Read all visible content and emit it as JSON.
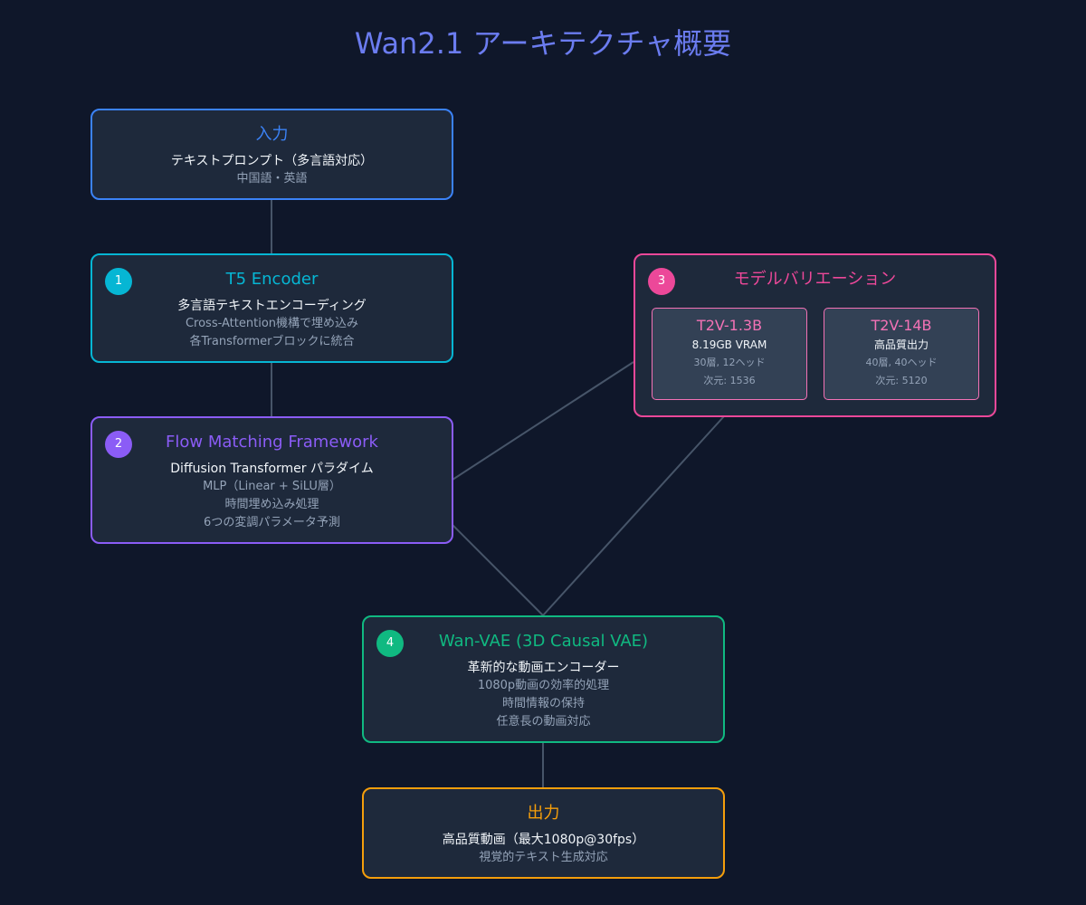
{
  "title": "Wan2.1 アーキテクチャ概要",
  "colors": {
    "background": "#0f172a",
    "input": "#3b82f6",
    "encoder": "#06b6d4",
    "flow": "#8b5cf6",
    "variants": "#ec4899",
    "vae": "#10b981",
    "output": "#f59e0b",
    "connector": "#475569"
  },
  "nodes": {
    "input": {
      "heading": "入力",
      "main": "テキストプロンプト（多言語対応）",
      "sub": [
        "中国語・英語"
      ]
    },
    "encoder": {
      "step": "1",
      "heading": "T5 Encoder",
      "main": "多言語テキストエンコーディング",
      "sub": [
        "Cross-Attention機構で埋め込み",
        "各Transformerブロックに統合"
      ]
    },
    "flow": {
      "step": "2",
      "heading": "Flow Matching Framework",
      "main": "Diffusion Transformer パラダイム",
      "sub": [
        "MLP（Linear + SiLU層）",
        "時間埋め込み処理",
        "6つの変調パラメータ予測"
      ]
    },
    "variants": {
      "step": "3",
      "heading": "モデルバリエーション",
      "items": [
        {
          "name": "T2V-1.3B",
          "main": "8.19GB VRAM",
          "sub": [
            "30層, 12ヘッド",
            "次元: 1536"
          ]
        },
        {
          "name": "T2V-14B",
          "main": "高品質出力",
          "sub": [
            "40層, 40ヘッド",
            "次元: 5120"
          ]
        }
      ]
    },
    "vae": {
      "step": "4",
      "heading": "Wan-VAE (3D Causal VAE)",
      "main": "革新的な動画エンコーダー",
      "sub": [
        "1080p動画の効率的処理",
        "時間情報の保持",
        "任意長の動画対応"
      ]
    },
    "output": {
      "heading": "出力",
      "main": "高品質動画（最大1080p@30fps）",
      "sub": [
        "視覚的テキスト生成対応"
      ]
    }
  }
}
